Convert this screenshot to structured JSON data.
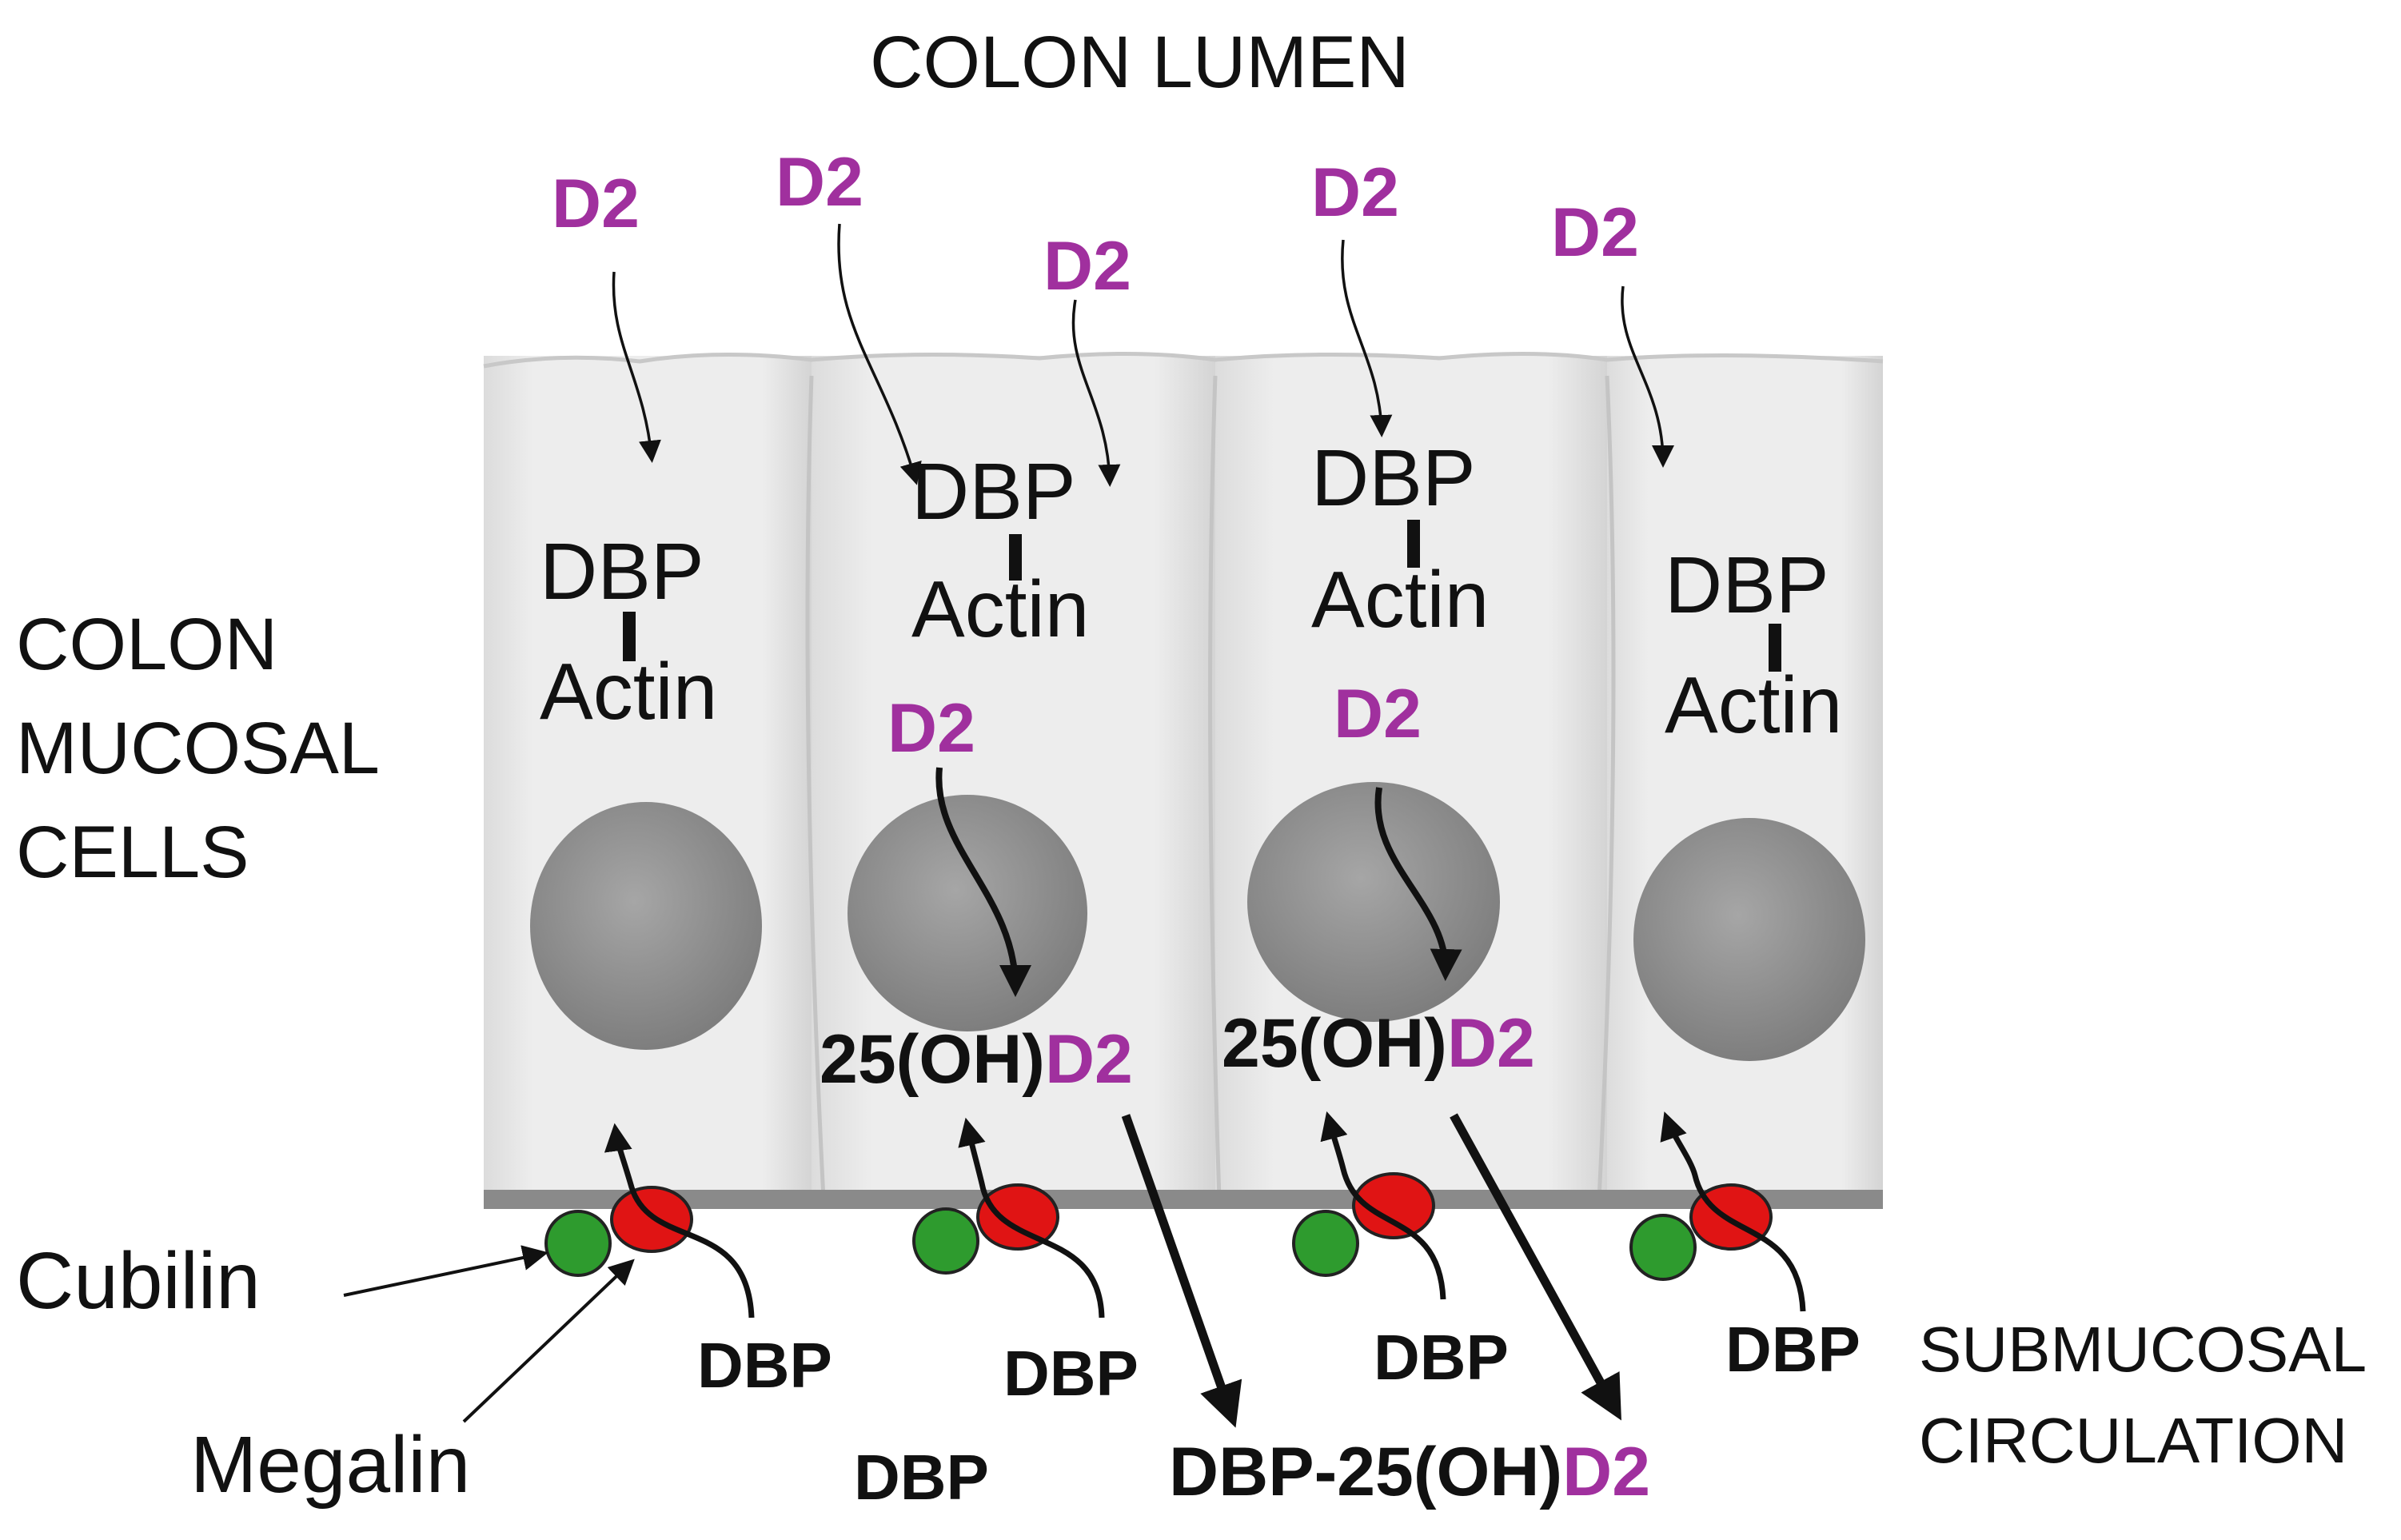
{
  "labels": {
    "lumen": "COLON LUMEN",
    "mucosal_cells": [
      "COLON",
      "MUCOSAL",
      "CELLS"
    ],
    "submucosal": [
      "SUBMUCOSAL",
      "CIRCULATION"
    ],
    "cubilin": "Cubilin",
    "megalin": "Megalin",
    "d2": "D2",
    "dbp": "DBP",
    "actin": "Actin",
    "metabolite_prefix": "25(OH)",
    "complex_prefix": "DBP-25(OH)"
  },
  "colors": {
    "d2_text": "#a0309e",
    "cubilin": "#2e9b2e",
    "megalin": "#e01414",
    "nucleus": "#8e8e8e",
    "cell": "#e8e8e8",
    "basement": "#8a8a8a"
  }
}
